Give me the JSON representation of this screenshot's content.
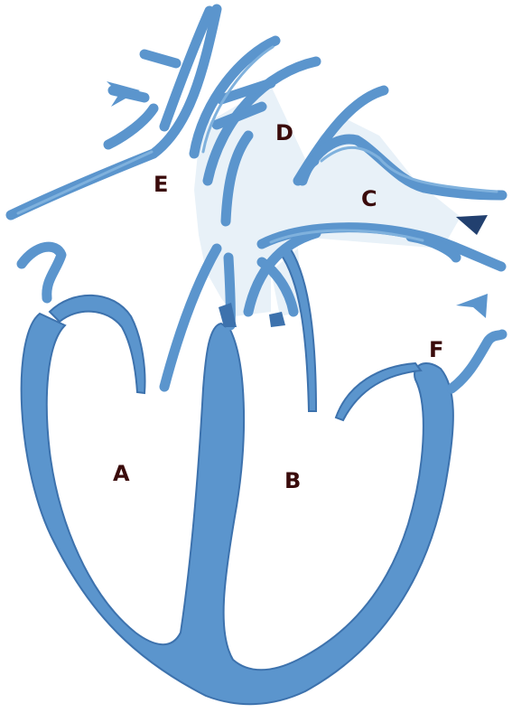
{
  "diagram": {
    "labels": {
      "A": "A",
      "B": "B",
      "C": "C",
      "D": "D",
      "E": "E",
      "F": "F"
    },
    "colors": {
      "tissue": "#5b95cd",
      "outline": "#3d72ad",
      "vessel_fill": "#e8f1f8",
      "label_text": "#3a0b0b",
      "background": "#ffffff"
    }
  }
}
